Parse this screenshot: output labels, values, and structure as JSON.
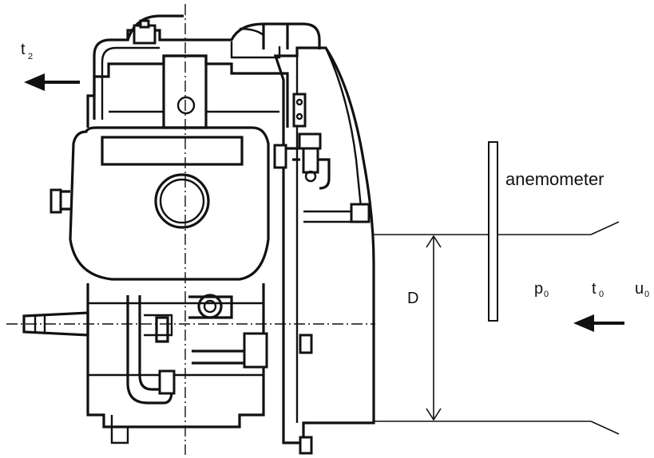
{
  "labels": {
    "outlet_temp": {
      "base": "t",
      "sub": "2"
    },
    "anemometer": "anemometer",
    "duct_diameter": "D",
    "inlet_pressure": {
      "base": "p",
      "sub": "0"
    },
    "inlet_temp": {
      "base": "t",
      "sub": "0"
    },
    "inlet_velocity": {
      "base": "u",
      "sub": "0"
    }
  },
  "icons": {
    "outlet_flow": "arrow-left-icon",
    "inlet_flow": "arrow-left-icon"
  },
  "colors": {
    "ink": "#111111",
    "background": "#ffffff"
  }
}
